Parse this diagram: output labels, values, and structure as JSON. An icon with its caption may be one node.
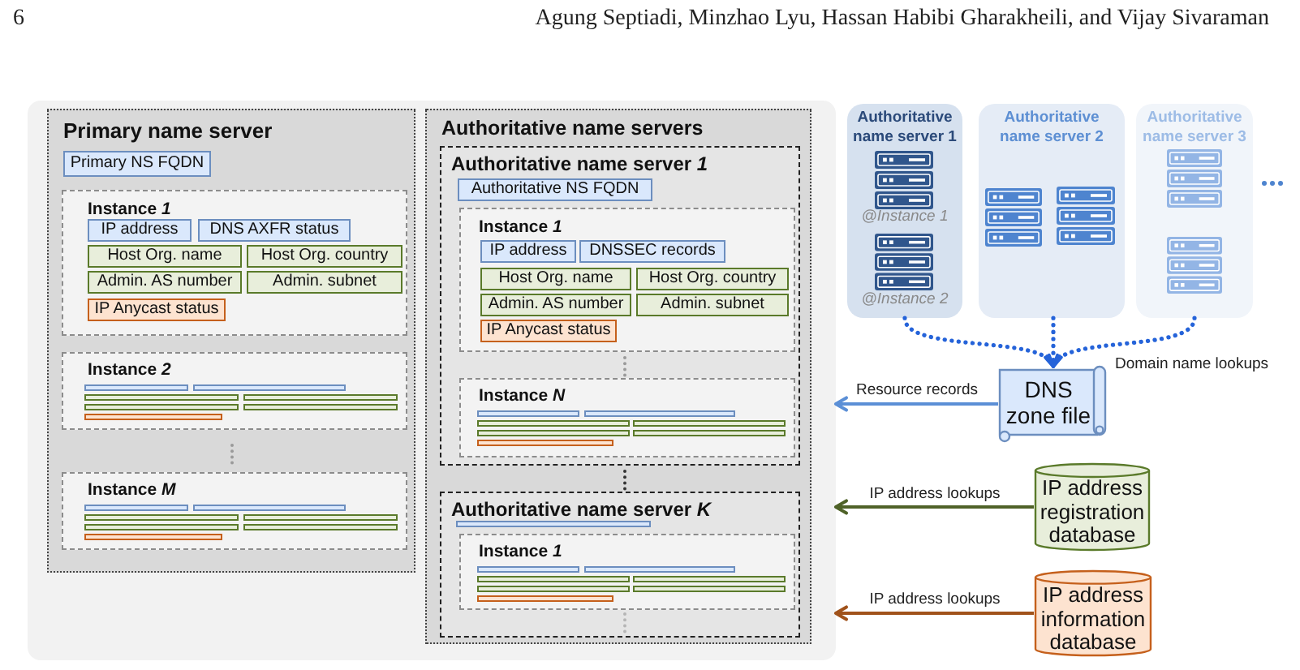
{
  "diagram": {
    "nodes": [
      {
        "text": [],
        "shape": "box"
      },
      {
        "text": [
          "Primary name server"
        ],
        "in": 0
      },
      {
        "text": [
          "Primary NS FQDN"
        ],
        "in": 1
      },
      {
        "text": [
          "Instance *1*"
        ],
        "in": 1
      },
      {
        "text": [
          "IP address"
        ],
        "in": 3
      },
      {
        "text": [
          "DNS AXFR status"
        ],
        "in": 3
      },
      {
        "text": [
          "Host Org. name"
        ],
        "in": 3
      },
      {
        "text": [
          "Host Org. country"
        ],
        "in": 3
      },
      {
        "text": [
          "Admin. AS number"
        ],
        "in": 3
      },
      {
        "text": [
          "Admin. subnet"
        ],
        "in": 3
      },
      {
        "text": [
          "IP Anycast status"
        ],
        "in": 3
      },
      {
        "text": [
          "Instance *2*"
        ],
        "in": 1
      },
      {
        "text": [],
        "shape": "bar",
        "in": 11
      },
      {
        "text": [],
        "shape": "bar",
        "in": 11
      },
      {
        "text": [],
        "shape": "bar",
        "in": 11
      },
      {
        "text": [],
        "shape": "bar",
        "in": 11
      },
      {
        "text": [],
        "shape": "bar",
        "in": 11
      },
      {
        "text": [],
        "shape": "bar",
        "in": 11
      },
      {
        "text": [],
        "shape": "bar",
        "in": 11
      },
      {
        "text": [
          "Instance *M*"
        ],
        "in": 1
      },
      {
        "text": [],
        "shape": "bar",
        "in": 19
      },
      {
        "text": [],
        "shape": "bar",
        "in": 19
      },
      {
        "text": [],
        "shape": "bar",
        "in": 19
      },
      {
        "text": [],
        "shape": "bar",
        "in": 19
      },
      {
        "text": [],
        "shape": "bar",
        "in": 19
      },
      {
        "text": [],
        "shape": "bar",
        "in": 19
      },
      {
        "text": [],
        "shape": "bar",
        "in": 19
      },
      {
        "text": [
          "Authoritative name servers"
        ],
        "in": 0
      },
      {
        "text": [
          "Authoritative name server *1*"
        ],
        "in": 27
      },
      {
        "text": [
          "Authoritative NS FQDN"
        ],
        "in": 28
      },
      {
        "text": [
          "Instance *1*"
        ],
        "in": 28
      },
      {
        "text": [
          "IP address"
        ],
        "in": 30
      },
      {
        "text": [
          "DNSSEC records"
        ],
        "in": 30
      },
      {
        "text": [
          "Host Org. name"
        ],
        "in": 30
      },
      {
        "text": [
          "Host Org. country"
        ],
        "in": 30
      },
      {
        "text": [
          "Admin. AS number"
        ],
        "in": 30
      },
      {
        "text": [
          "Admin. subnet"
        ],
        "in": 30
      },
      {
        "text": [
          "IP Anycast status"
        ],
        "in": 30
      },
      {
        "text": [
          "Instance *N*"
        ],
        "in": 28
      },
      {
        "text": [],
        "shape": "bar",
        "in": 38
      },
      {
        "text": [],
        "shape": "bar",
        "in": 38
      },
      {
        "text": [],
        "shape": "bar",
        "in": 38
      },
      {
        "text": [],
        "shape": "bar",
        "in": 38
      },
      {
        "text": [],
        "shape": "bar",
        "in": 38
      },
      {
        "text": [],
        "shape": "bar",
        "in": 38
      },
      {
        "text": [],
        "shape": "bar",
        "in": 38
      },
      {
        "text": [
          "Authoritative name server *K*"
        ],
        "in": 27
      },
      {
        "text": [],
        "shape": "bar",
        "in": 46
      },
      {
        "text": [
          "Instance *1*"
        ],
        "in": 46
      },
      {
        "text": [],
        "shape": "bar",
        "in": 48
      },
      {
        "text": [],
        "shape": "bar",
        "in": 48
      },
      {
        "text": [],
        "shape": "bar",
        "in": 48
      },
      {
        "text": [],
        "shape": "bar",
        "in": 48
      },
      {
        "text": [],
        "shape": "bar",
        "in": 48
      },
      {
        "text": [],
        "shape": "bar",
        "in": 48
      },
      {
        "text": [],
        "shape": "bar",
        "in": 48
      },
      {
        "text": [
          "Authoritative name server 1",
          "@Instance 1",
          "@Instance 2"
        ]
      },
      {
        "text": [
          "Authoritative name server 2"
        ]
      },
      {
        "text": [
          "Authoritative name server 3"
        ]
      },
      {
        "text": [
          "DNS zone file"
        ]
      },
      {
        "text": [
          "IP address registration database"
        ]
      },
      {
        "text": [
          "IP address information database"
        ]
      }
    ],
    "edges": [
      {
        "from": 56,
        "to": 59,
        "arrow": "to",
        "style": "dashed",
        "color": "#2563d9"
      },
      {
        "from": 57,
        "to": 59,
        "arrow": "to",
        "style": "dashed",
        "color": "#2563d9"
      },
      {
        "from": 58,
        "to": 59,
        "arrow": "to",
        "style": "dashed",
        "color": "#2563d9",
        "label": "Domain name lookups"
      },
      {
        "from": 59,
        "to": 0,
        "arrow": "to",
        "label": "Resource records",
        "color": "#5b8fd6"
      },
      {
        "from": 60,
        "to": 0,
        "arrow": "to",
        "label": "IP address lookups",
        "color": "#4f6228"
      },
      {
        "from": 61,
        "to": 0,
        "arrow": "to",
        "label": "IP address lookups",
        "color": "#a0521a"
      }
    ],
    "labels": [
      "6",
      "Agung Septiadi, Minzhao Lyu, Hassan Habibi Gharakheili, and Vijay Sivaraman"
    ]
  }
}
